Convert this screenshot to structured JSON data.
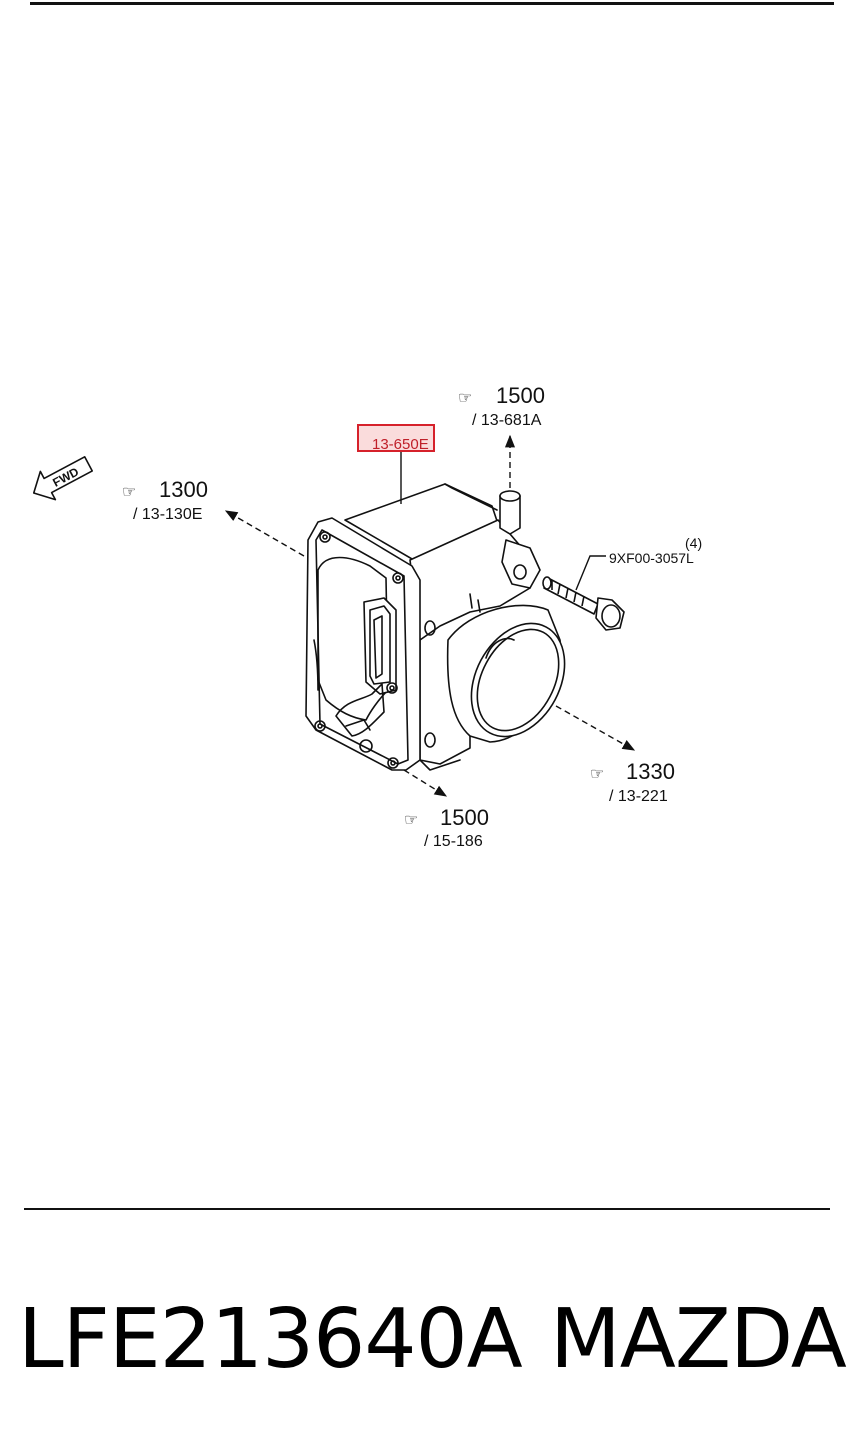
{
  "callouts": {
    "top": {
      "ref": "1500",
      "sub": "/ 13-681A"
    },
    "left": {
      "ref": "1300",
      "sub": "/ 13-130E"
    },
    "right": {
      "ref": "1330",
      "sub": "/ 13-221"
    },
    "bottom": {
      "ref": "1500",
      "sub": "/ 15-186"
    }
  },
  "highlighted_part": "13-650E",
  "bolt_part": "9XF00-3057L",
  "bolt_qty": "(4)",
  "fwd_label": "FWD",
  "footer": {
    "part_number": "LFE213640A",
    "brand": "MAZDA"
  },
  "colors": {
    "highlight": "#d6212b",
    "line": "#111111"
  }
}
